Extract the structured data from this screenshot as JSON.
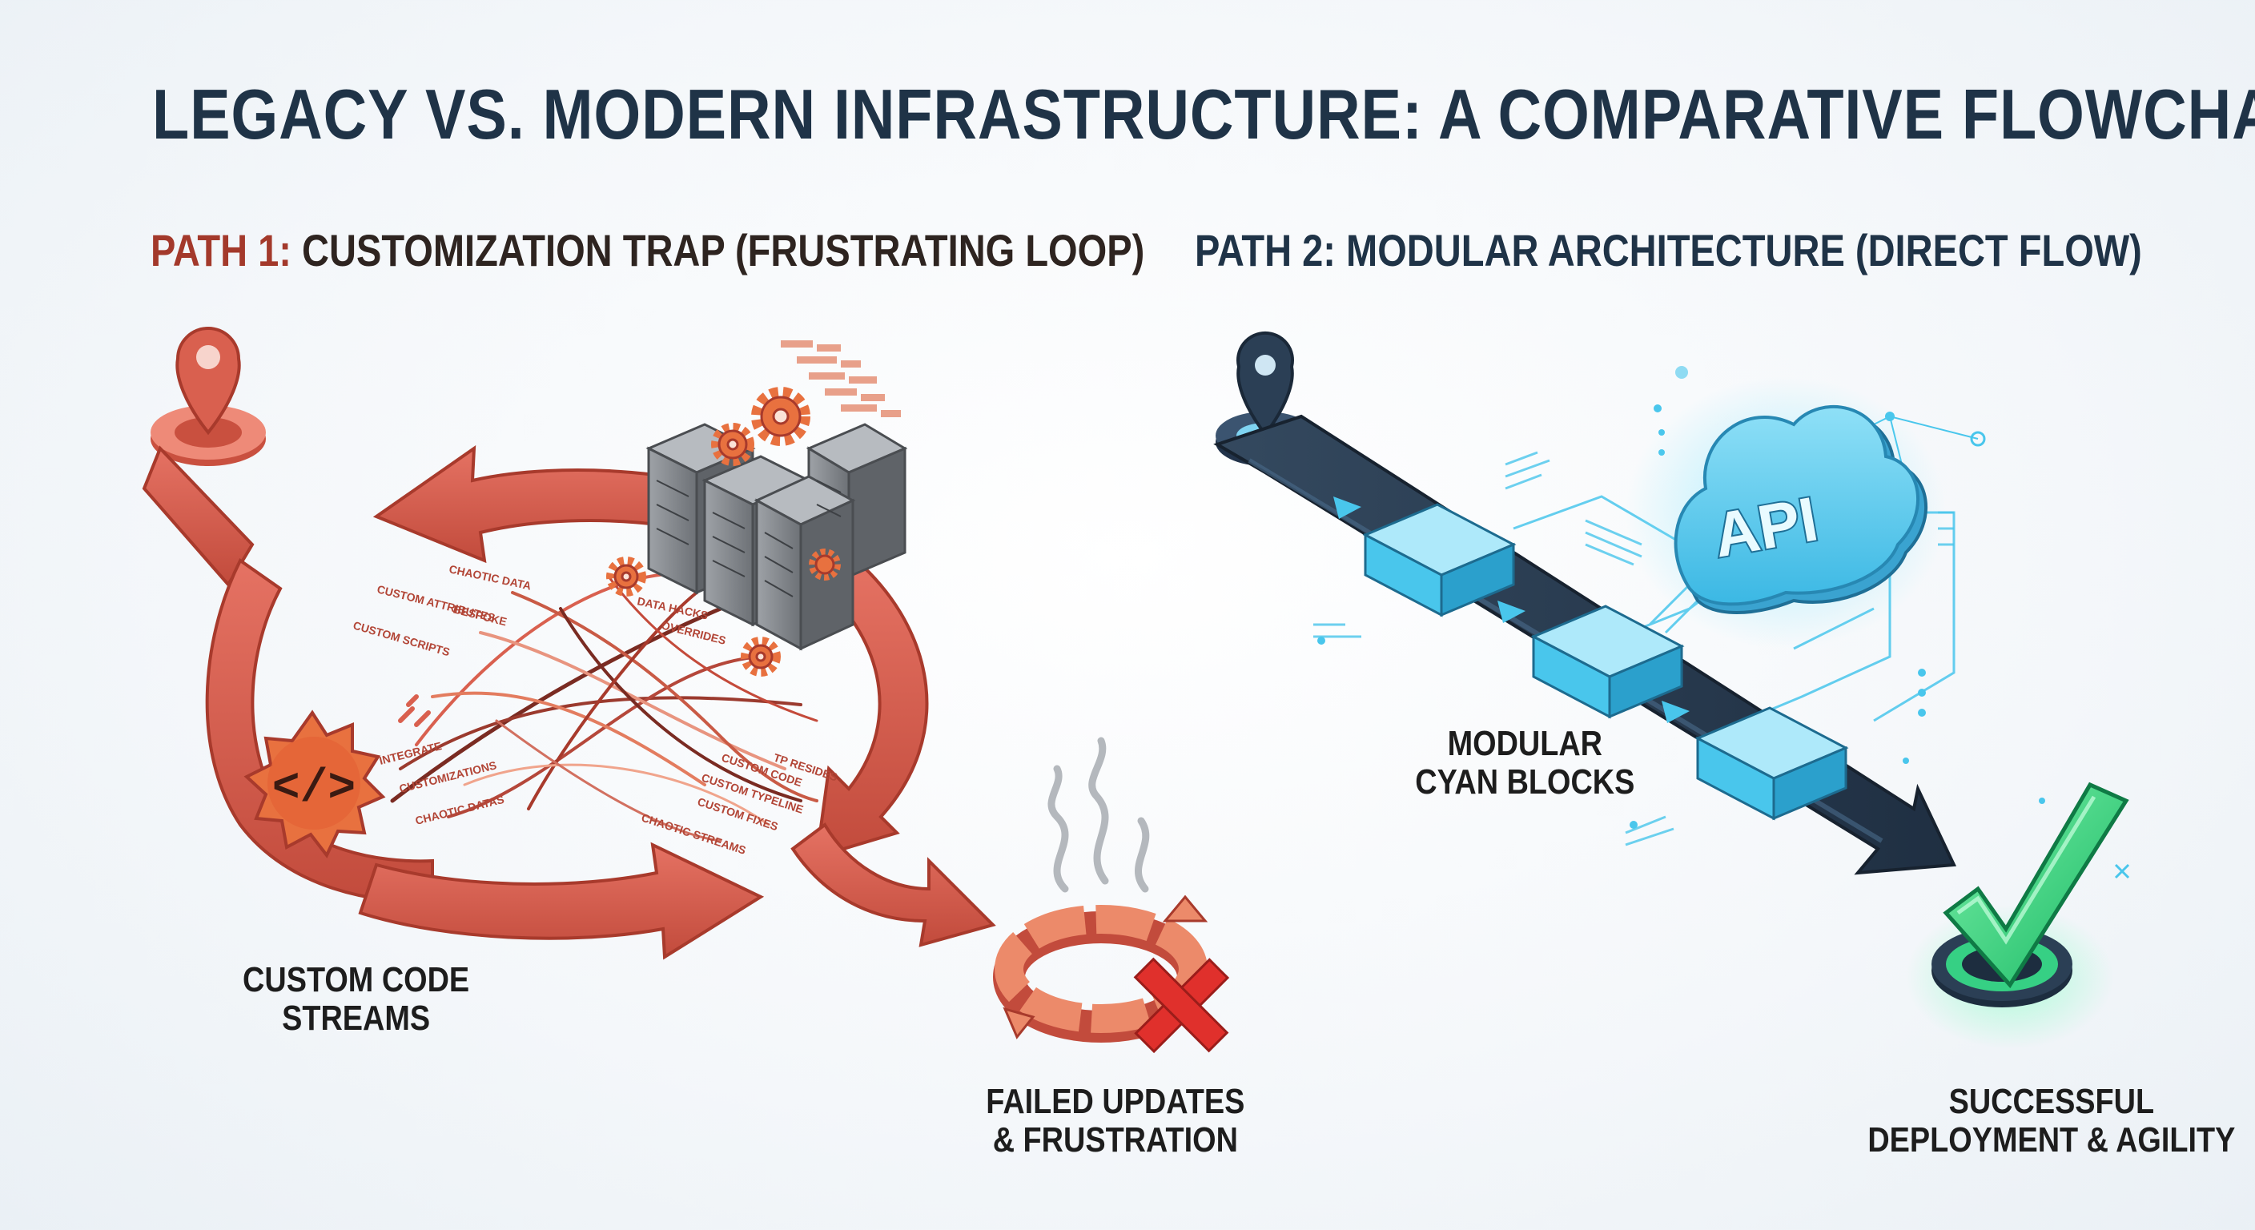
{
  "title": "LEGACY VS. MODERN INFRASTRUCTURE: A COMPARATIVE FLOWCHART",
  "path1": {
    "number": "PATH 1:",
    "heading": " CUSTOMIZATION TRAP (FRUSTRATING LOOP)",
    "labels": {
      "custom_code": [
        "CUSTOM CODE",
        "STREAMS"
      ],
      "failed": [
        "FAILED UPDATES",
        "& FRUSTRATION"
      ]
    },
    "stream_labels": [
      "CHAOTIC DATA",
      "CUSTOM ATTRIBUTES",
      "BESPOKE",
      "CUSTOM SCRIPTS",
      "DATA HACKS",
      "OVERRIDES",
      "CUSTOM CODE",
      "CUSTOM TYPELINE",
      "CUSTOM FIXES",
      "CHAOTIC STREAMS",
      "CHAOTIC DATAS",
      "TP RESIDES",
      "INTEGRATE",
      "CUSTOMIZATIONS"
    ],
    "code_icon": "</>"
  },
  "path2": {
    "number": "PATH 2:",
    "heading": " MODULAR ARCHITECTURE (DIRECT FLOW)",
    "api_label": "API",
    "labels": {
      "modular": [
        "MODULAR",
        "CYAN BLOCKS"
      ],
      "success": [
        "SUCCESSFUL",
        "DEPLOYMENT & AGILITY"
      ]
    }
  },
  "colors": {
    "legacy_red": "#d9604f",
    "legacy_dark": "#a83a2c",
    "legacy_orange": "#e8713f",
    "server_gray": "#8a8e93",
    "modern_navy": "#2b3f55",
    "modern_cyan": "#49c6ec",
    "success_green": "#38d67f",
    "title_navy": "#1f3347"
  }
}
